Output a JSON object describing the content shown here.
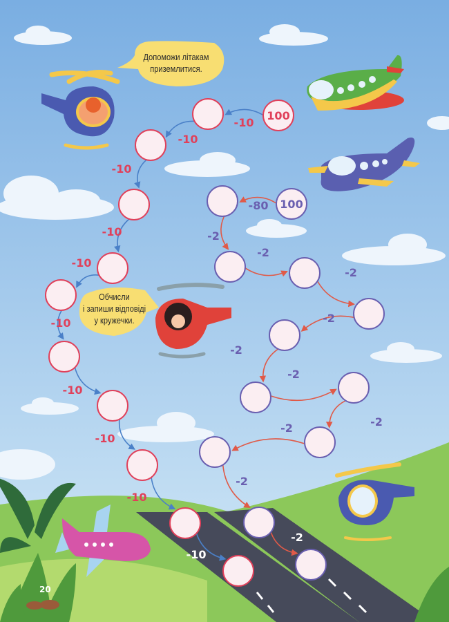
{
  "bubbles": {
    "top": [
      "Допоможи літакам",
      "приземлитися."
    ],
    "middle": [
      "Обчисли",
      "і запиши відповіді",
      "у кружечки."
    ]
  },
  "page_number": "20",
  "colors": {
    "sky_top": "#7aaee2",
    "sky_bottom": "#cfe6f6",
    "grass": "#8cc85a",
    "runway": "#464a5a",
    "red_chain": "#e0405a",
    "purple_chain": "#6a5fb0",
    "blue_arrow": "#4a80c8",
    "red_arrow": "#e05a48",
    "circle_fill": "#fbeef2",
    "bubble": "#f8de72"
  },
  "red_chain": {
    "start_value": "100",
    "steps": [
      "-10",
      "-10",
      "-10",
      "-10",
      "-10",
      "-10",
      "-10",
      "-10",
      "-10",
      "-10"
    ],
    "answers": [
      "",
      "",
      "",
      "",
      "",
      "",
      "",
      "",
      "",
      ""
    ]
  },
  "purple_chain": {
    "start_value": "100",
    "steps": [
      "-80",
      "-2",
      "-2",
      "-2",
      "-2",
      "-2",
      "-2",
      "-2",
      "-2",
      "-2",
      "-2"
    ],
    "answers": [
      "",
      "",
      "",
      "",
      "",
      "",
      "",
      "",
      "",
      "",
      ""
    ]
  }
}
